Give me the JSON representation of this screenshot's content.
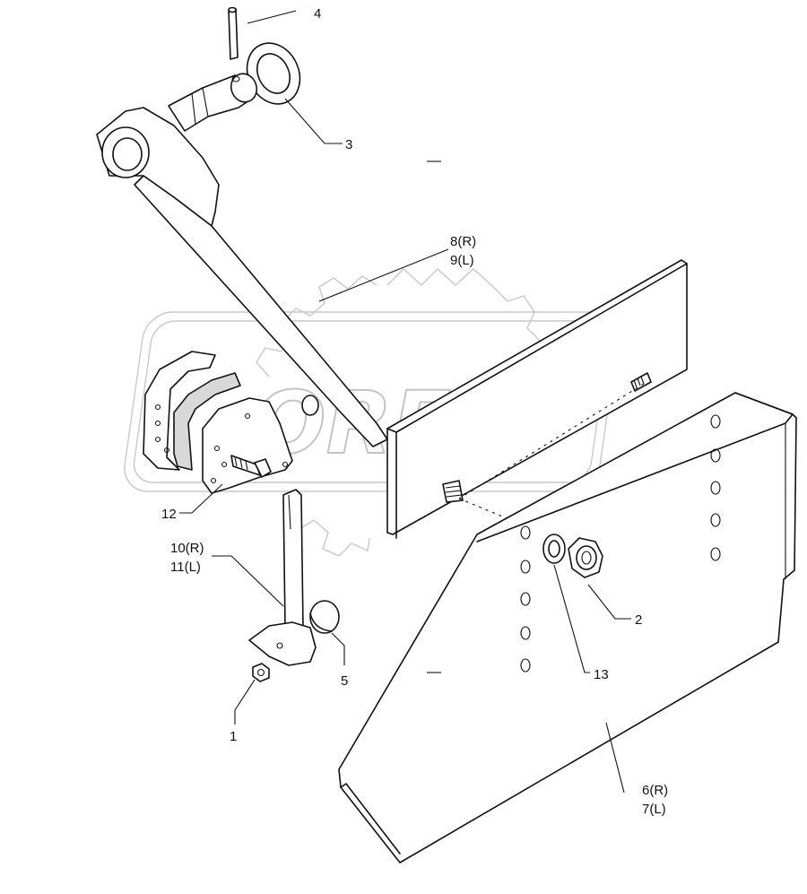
{
  "watermark": {
    "text": "OREX"
  },
  "callouts": [
    {
      "id": "c4",
      "lines": [
        "4"
      ]
    },
    {
      "id": "c3",
      "lines": [
        "3"
      ]
    },
    {
      "id": "c8",
      "lines": [
        "8(R)",
        "9(L)"
      ]
    },
    {
      "id": "c12",
      "lines": [
        "12"
      ]
    },
    {
      "id": "c10",
      "lines": [
        "10(R)",
        "11(L)"
      ]
    },
    {
      "id": "c5",
      "lines": [
        "5"
      ]
    },
    {
      "id": "c1",
      "lines": [
        "1"
      ]
    },
    {
      "id": "c2",
      "lines": [
        "2"
      ]
    },
    {
      "id": "c13",
      "lines": [
        "13"
      ]
    },
    {
      "id": "c6",
      "lines": [
        "6(R)",
        "7(L)"
      ]
    }
  ],
  "colors": {
    "line": "#111111",
    "watermark": "#c4c4c4"
  }
}
